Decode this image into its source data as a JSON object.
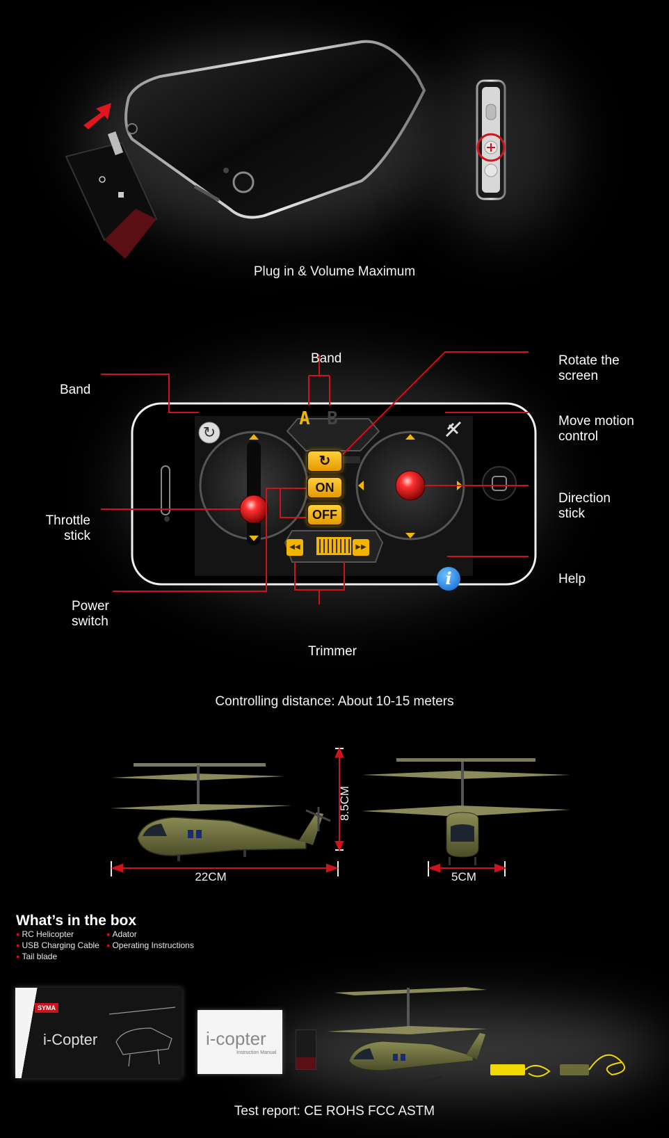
{
  "section1": {
    "caption": "Plug in & Volume Maximum"
  },
  "section2": {
    "labels": {
      "band_top": "Band",
      "band_left": "Band",
      "rotate_line1": "Rotate the",
      "rotate_line2": "screen",
      "motion_line1": "Move motion",
      "motion_line2": "control",
      "throttle_line1": "Throttle",
      "throttle_line2": "stick",
      "direction_line1": "Direction",
      "direction_line2": "stick",
      "help": "Help",
      "power_line1": "Power",
      "power_line2": "switch",
      "trimmer": "Trimmer"
    },
    "app": {
      "band_a": "A",
      "band_b": "B",
      "on_label": "ON",
      "off_label": "OFF",
      "rotate_symbol": "↻",
      "info_symbol": "i",
      "trim_left": "◀◀",
      "trim_right": "▶▶"
    },
    "caption": "Controlling distance: About 10-15 meters"
  },
  "section3": {
    "height_dim": "8.5CM",
    "length_dim": "22CM",
    "width_dim": "5CM"
  },
  "section4": {
    "title": "What’s in the box",
    "items_col1": [
      "RC Helicopter",
      "USB Charging Cable",
      "Tail blade"
    ],
    "items_col2": [
      "Adator",
      "Operating Instructions"
    ],
    "box_brand": "SYMA",
    "box_name": "i-Copter",
    "manual_title": "i-copter",
    "manual_subtitle": "Instruction Manual",
    "caption": "Test report: CE  ROHS FCC ASTM"
  },
  "colors": {
    "accent_red": "#d0121a",
    "button_yellow": "#f2b500",
    "bg": "#000000"
  }
}
